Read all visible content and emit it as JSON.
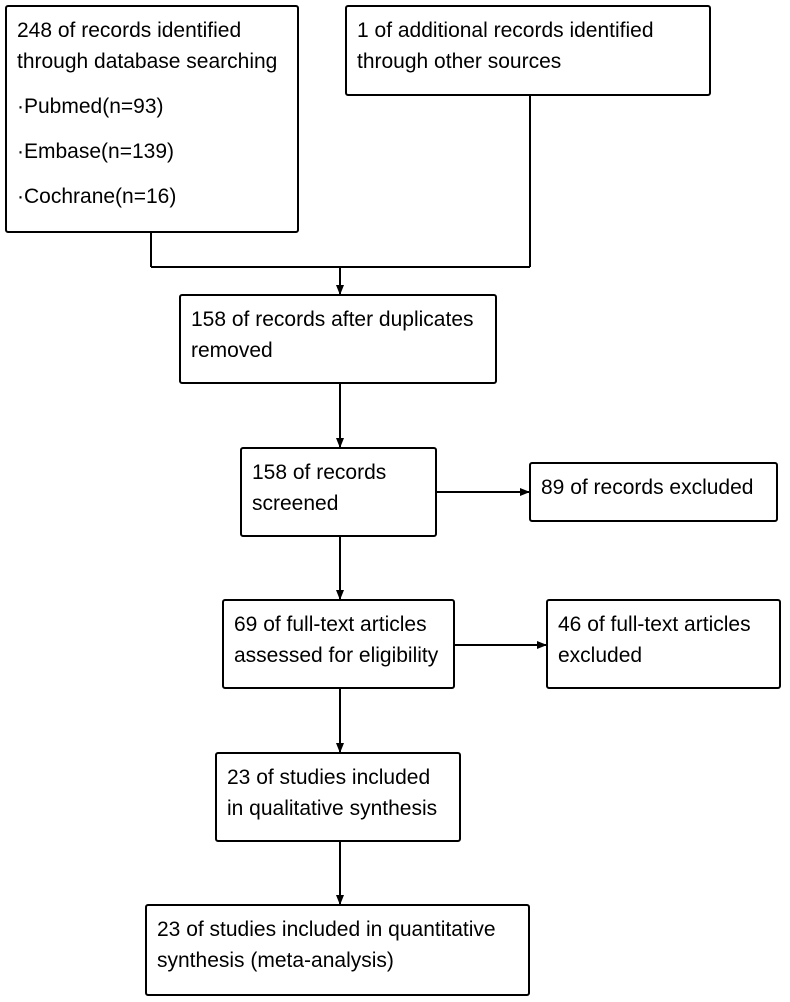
{
  "boxes": {
    "database": {
      "lines": [
        "248 of records identified",
        "through database searching"
      ],
      "sources": [
        "·Pubmed(n=93)",
        "·Embase(n=139)",
        "·Cochrane(n=16)"
      ]
    },
    "other_sources": {
      "lines": [
        "1 of additional records identified",
        "through other sources"
      ]
    },
    "duplicates_removed": {
      "lines": [
        "158 of records after duplicates",
        "removed"
      ]
    },
    "screened": {
      "lines": [
        "158 of records",
        "screened"
      ]
    },
    "excluded_records": {
      "lines": [
        "89 of records excluded"
      ]
    },
    "full_text_assessed": {
      "lines": [
        "69 of full-text articles",
        "assessed for eligibility"
      ]
    },
    "full_text_excluded": {
      "lines": [
        "46 of full-text articles",
        "excluded"
      ]
    },
    "qualitative": {
      "lines": [
        "23 of studies included",
        "in qualitative synthesis"
      ]
    },
    "quantitative": {
      "lines": [
        "23 of studies included in quantitative",
        "synthesis (meta-analysis)"
      ]
    }
  },
  "colors": {
    "stroke": "#000000",
    "background": "#ffffff"
  }
}
